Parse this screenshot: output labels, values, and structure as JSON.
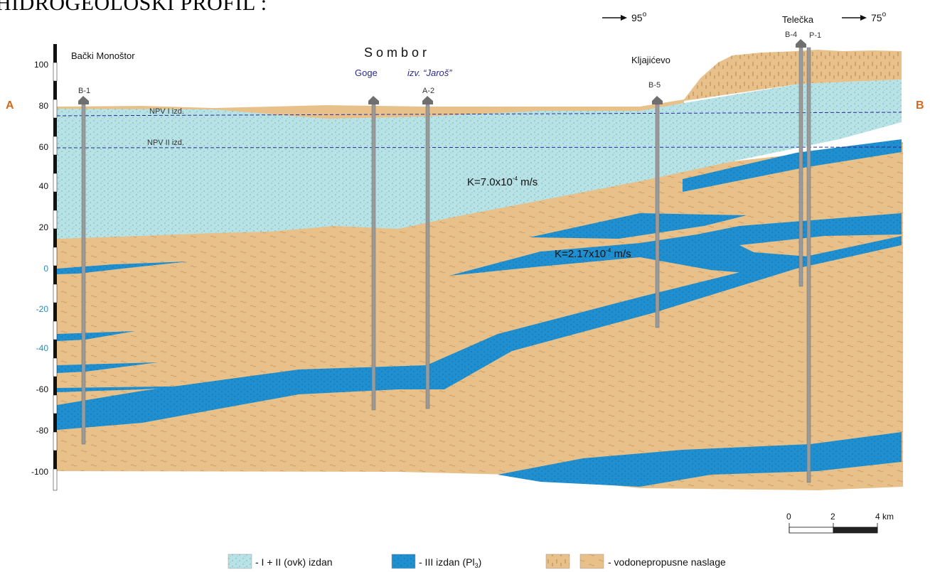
{
  "title": "HIDROGEOLOŠKI PROFIL :",
  "section_ends": {
    "left": "A",
    "right": "B"
  },
  "y_axis": {
    "ticks": [
      "100",
      "80",
      "60",
      "40",
      "20",
      "0",
      "-20",
      "-40",
      "-60",
      "-80",
      "-100"
    ]
  },
  "places": {
    "backi_monostor": "Bački Monoštor",
    "sombor": "S o m b o r",
    "goge": "Goge",
    "jaros": "izv. “Jaroš”",
    "kljajicevo": "Kljajićevo",
    "telecka": "Telečka"
  },
  "bearings": {
    "b1": "95",
    "b2": "75",
    "degree": "o"
  },
  "wells": {
    "b1": "B-1",
    "a2": "A-2",
    "b5": "B-5",
    "b4": "B-4",
    "p1": "P-1"
  },
  "water_levels": {
    "npv1": "NPV I izd.",
    "npv2": "NPV II izd."
  },
  "k_values": {
    "k1_pre": "K=7.0x10",
    "k1_exp": "-4",
    "k1_post": " m/s",
    "k2_pre": "K=2.17x10",
    "k2_exp": "-4",
    "k2_post": " m/s"
  },
  "scale_bar": {
    "t0": "0",
    "t2": "2",
    "t4": "4 km"
  },
  "legend": {
    "aquifer_1_2": "- I + II (ovk) izdan",
    "aquifer_3_main": "- III izdan (Pl",
    "aquifer_3_sub": "3",
    "aquifer_3_close": ")",
    "impermeable": "- vodonepropusne naslage"
  },
  "colors": {
    "upper_aquifer": "#b7e3e6",
    "lower_aquifer": "#1f8fcf",
    "clay": "#e8c08a",
    "well": "#9a9a9a",
    "place_blue": "#2b2b8c",
    "axis_blue": "#2a8ab5",
    "end_letter": "#d2691e"
  }
}
